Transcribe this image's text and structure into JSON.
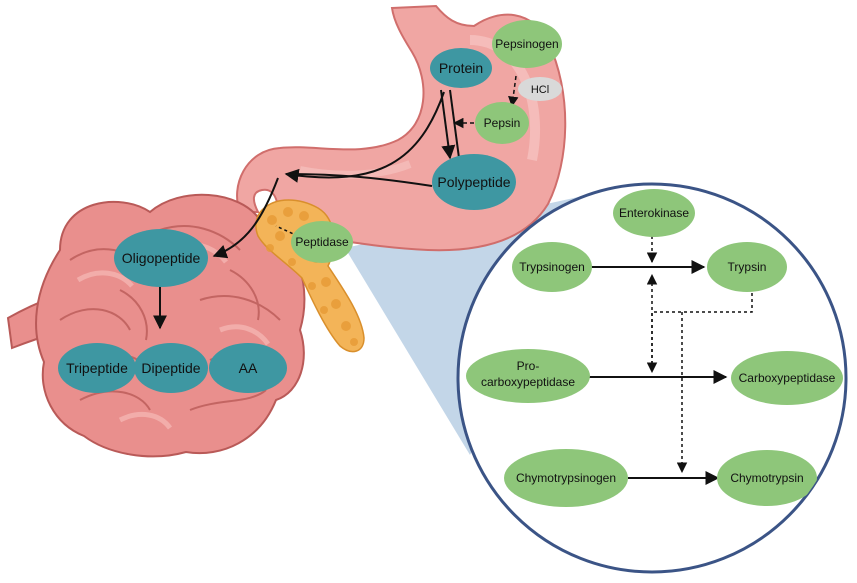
{
  "colors": {
    "teal": "#3e97a2",
    "green": "#8ec67a",
    "hcl_gray": "#d9d9d9",
    "stomach": "#f0a6a3",
    "stomach_outline": "#d06e6c",
    "intestine": "#e98f8d",
    "intestine_outline": "#b95a58",
    "pancreas": "#f3b458",
    "circle_outline": "#3b5486",
    "zoom_wedge": "#b8cfe4"
  },
  "digestion": {
    "protein": "Protein",
    "pepsinogen": "Pepsinogen",
    "hcl": "HCl",
    "pepsin": "Pepsin",
    "polypeptide": "Polypeptide",
    "peptidase": "Peptidase",
    "oligopeptide": "Oligopeptide",
    "tripeptide": "Tripeptide",
    "dipeptide": "Dipeptide",
    "aa": "AA"
  },
  "inset": {
    "enterokinase": "Enterokinase",
    "trypsinogen": "Trypsinogen",
    "trypsin": "Trypsin",
    "procarboxypeptidase_line1": "Pro-",
    "procarboxypeptidase_line2": "carboxypeptidase",
    "carboxypeptidase": "Carboxypeptidase",
    "chymotrypsinogen": "Chymotrypsinogen",
    "chymotrypsin": "Chymotrypsin"
  }
}
